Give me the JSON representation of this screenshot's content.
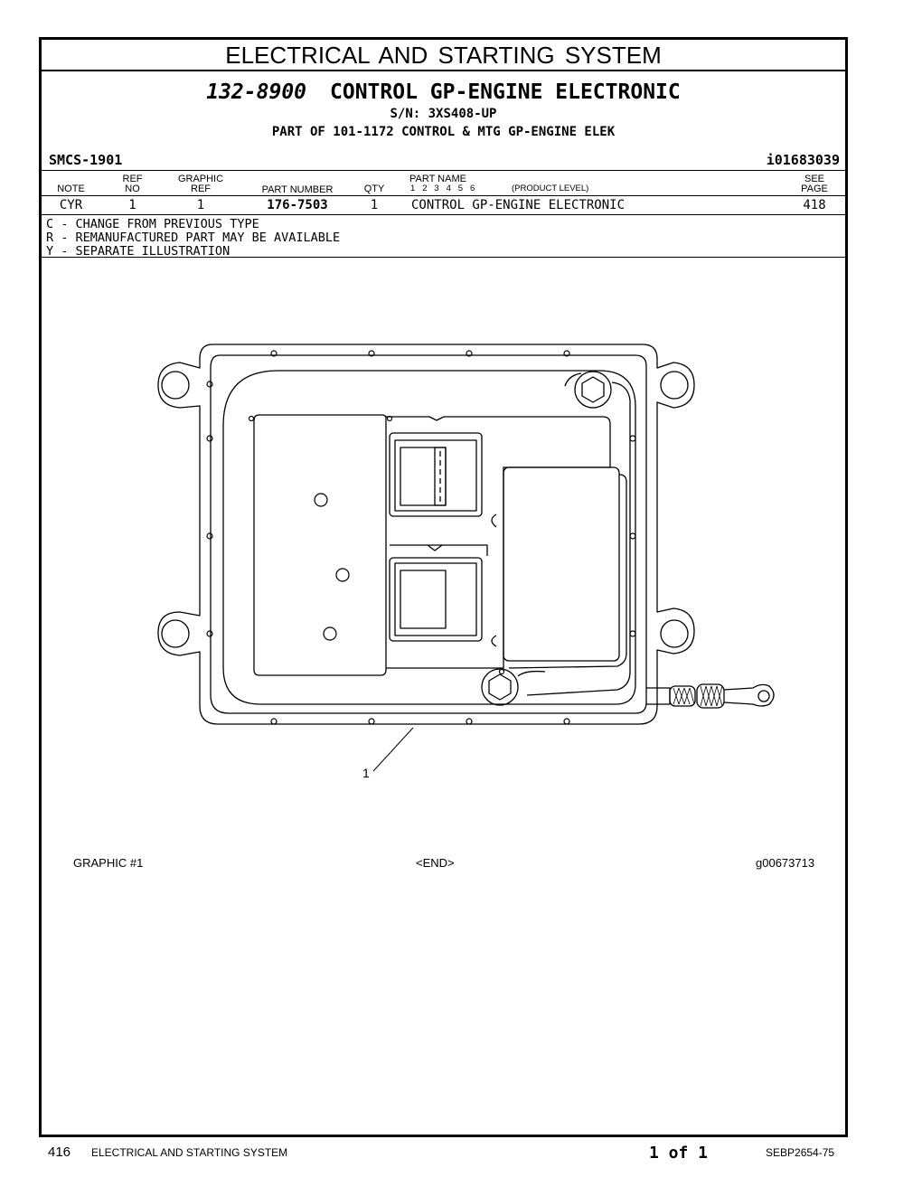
{
  "section_title": "ELECTRICAL AND STARTING SYSTEM",
  "part": {
    "number": "132-8900",
    "name": "CONTROL GP-ENGINE ELECTRONIC",
    "serial": "S/N: 3XS408-UP",
    "part_of": "PART OF 101-1172 CONTROL & MTG GP-ENGINE ELEK"
  },
  "smcs": "SMCS-1901",
  "ident": "i01683039",
  "table": {
    "headers": {
      "note": "NOTE",
      "ref_no_1": "REF",
      "ref_no_2": "NO",
      "graphic_ref_1": "GRAPHIC",
      "graphic_ref_2": "REF",
      "part_number": "PART NUMBER",
      "qty": "QTY",
      "part_name": "PART NAME",
      "levels": "1   2   3   4   5   6",
      "product_level": "(PRODUCT LEVEL)",
      "see_page_1": "SEE",
      "see_page_2": "PAGE"
    },
    "rows": [
      {
        "note": "CYR",
        "ref_no": "1",
        "graphic_ref": "1",
        "part_number": "176-7503",
        "qty": "1",
        "part_name": "CONTROL GP-ENGINE ELECTRONIC",
        "see_page": "418"
      }
    ]
  },
  "legend": [
    "C - CHANGE FROM PREVIOUS TYPE",
    "R - REMANUFACTURED PART MAY BE AVAILABLE",
    "Y - SEPARATE ILLUSTRATION"
  ],
  "illustration": {
    "callout": "1"
  },
  "graphic_footer": {
    "left": "GRAPHIC #1",
    "center": "<END>",
    "right": "g00673713"
  },
  "page_footer": {
    "page_number": "416",
    "section": "ELECTRICAL AND STARTING SYSTEM",
    "page_of": "1 of 1",
    "doc_id": "SEBP2654-75"
  }
}
